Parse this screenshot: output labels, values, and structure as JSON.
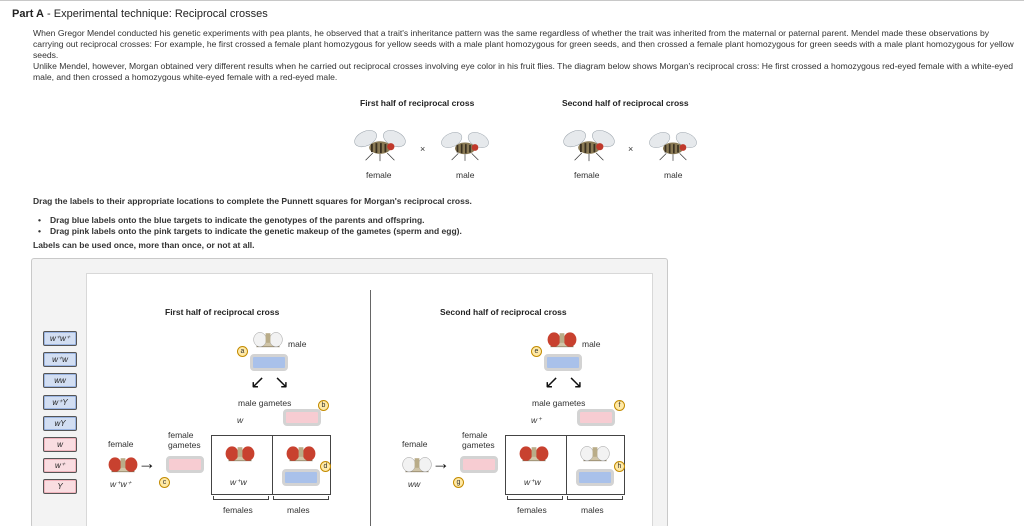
{
  "part": {
    "label": "Part A",
    "title": "Experimental technique: Reciprocal crosses"
  },
  "intro": {
    "p1": "When Gregor Mendel conducted his genetic experiments with pea plants, he observed that a trait's inheritance pattern was the same regardless of whether the trait was inherited from the maternal or paternal parent. Mendel made these observations by carrying out reciprocal crosses: For example, he first crossed a female plant homozygous for yellow seeds with a male plant homozygous for green seeds, and then crossed a female plant homozygous for green seeds with a male plant homozygous for yellow seeds.",
    "p2": "Unlike Mendel, however, Morgan obtained very different results when he carried out reciprocal crosses involving eye color in his fruit flies. The diagram below shows Morgan's reciprocal cross: He first crossed a homozygous red-eyed female with a white-eyed male, and then crossed a homozygous white-eyed female with a red-eyed male."
  },
  "overview": {
    "first_half": "First half of reciprocal cross",
    "second_half": "Second half of reciprocal cross",
    "times": "×",
    "female": "female",
    "male": "male"
  },
  "instructions": {
    "main": "Drag the labels to their appropriate locations to complete the Punnett squares for Morgan's reciprocal cross.",
    "bullet1": "Drag blue labels onto the blue targets to indicate the genotypes of the parents and offspring.",
    "bullet2": "Drag pink labels onto the pink targets to indicate the genetic makeup of the gametes (sperm and egg).",
    "reuse": "Labels can be used once, more than once, or not at all."
  },
  "labels": {
    "blue": [
      "w⁺w⁺",
      "w⁺w",
      "ww",
      "w⁺Y",
      "wY"
    ],
    "pink": [
      "w",
      "w⁺",
      "Y"
    ]
  },
  "board": {
    "first": {
      "title": "First half of reciprocal cross",
      "male": "male",
      "male_gametes": "male gametes",
      "gamete_allele": "w",
      "female": "female",
      "female_gametes_line1": "female",
      "female_gametes_line2": "gametes",
      "female_genotype": "w⁺w⁺",
      "cell_genotype": "w⁺w",
      "females": "females",
      "males": "males",
      "badges": [
        "a",
        "b",
        "c",
        "d"
      ]
    },
    "second": {
      "title": "Second half of reciprocal cross",
      "male": "male",
      "male_gametes": "male gametes",
      "gamete_allele": "w⁺",
      "female": "female",
      "female_gametes_line1": "female",
      "female_gametes_line2": "gametes",
      "female_genotype": "ww",
      "cell_genotype": "w⁺w",
      "females": "females",
      "males": "males",
      "badges": [
        "e",
        "f",
        "g",
        "h"
      ]
    }
  },
  "colors": {
    "blue_target": "#a9c1ea",
    "pink_target": "#f7ccd2",
    "badge": "#ffe9a6"
  }
}
